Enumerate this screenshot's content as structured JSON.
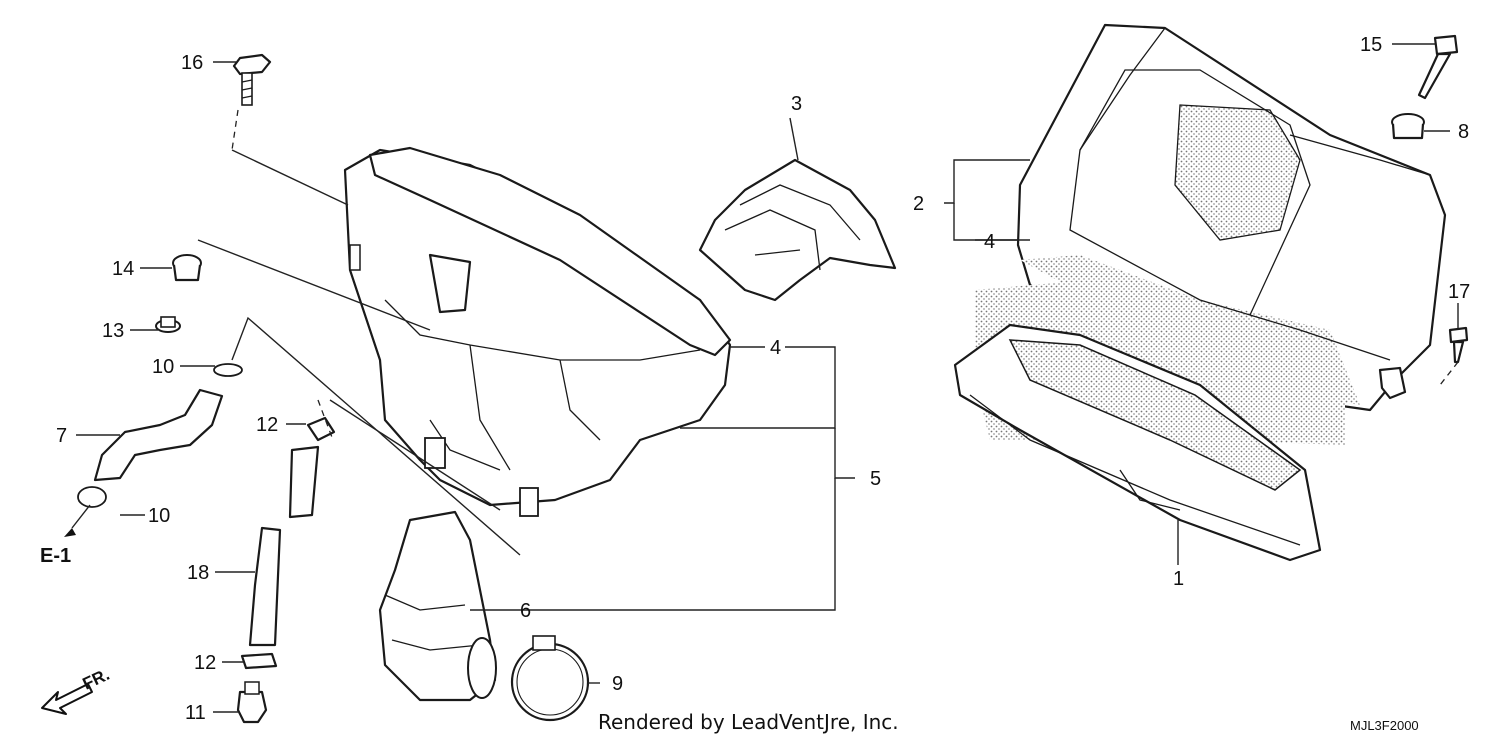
{
  "diagram": {
    "parts": [
      {
        "id": "p1",
        "label": "1"
      },
      {
        "id": "p2",
        "label": "2"
      },
      {
        "id": "p3",
        "label": "3"
      },
      {
        "id": "p4a",
        "label": "4"
      },
      {
        "id": "p4b",
        "label": "4"
      },
      {
        "id": "p5",
        "label": "5"
      },
      {
        "id": "p6",
        "label": "6"
      },
      {
        "id": "p7",
        "label": "7"
      },
      {
        "id": "p8",
        "label": "8"
      },
      {
        "id": "p9",
        "label": "9"
      },
      {
        "id": "p10a",
        "label": "10"
      },
      {
        "id": "p10b",
        "label": "10"
      },
      {
        "id": "p11",
        "label": "11"
      },
      {
        "id": "p12a",
        "label": "12"
      },
      {
        "id": "p12b",
        "label": "12"
      },
      {
        "id": "p13",
        "label": "13"
      },
      {
        "id": "p14",
        "label": "14"
      },
      {
        "id": "p15",
        "label": "15"
      },
      {
        "id": "p16",
        "label": "16"
      },
      {
        "id": "p17",
        "label": "17"
      },
      {
        "id": "p18",
        "label": "18"
      }
    ],
    "reference_tag": "E-1",
    "direction_tag": "FR.",
    "credit": "Rendered by LeadVentJre, Inc.",
    "drawing_code": "MJL3F2000"
  }
}
